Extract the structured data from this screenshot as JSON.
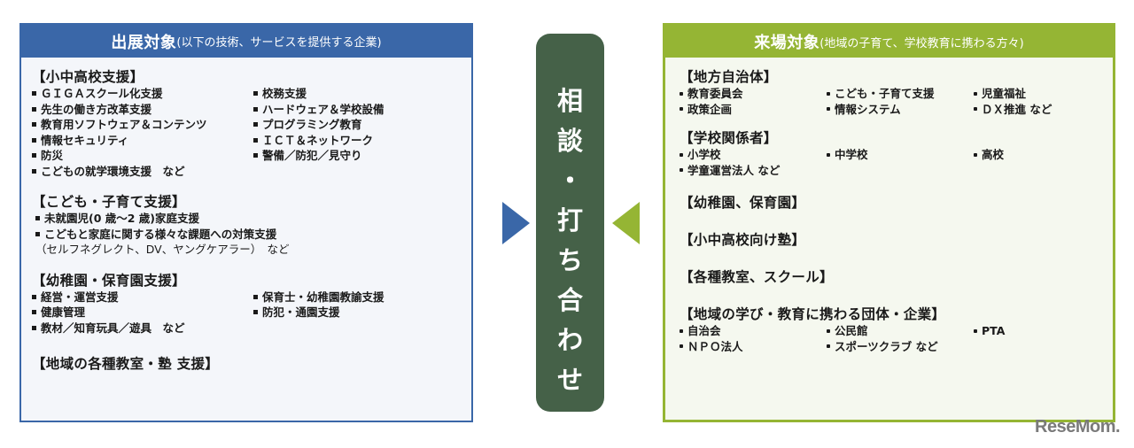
{
  "left_panel": {
    "title_main": "出展対象",
    "title_sub": "(以下の技術、サービスを提供する企業)",
    "sections": [
      {
        "title": "【小中高校支援】",
        "items": [
          "ＧＩＧＡスクール化支援",
          "校務支援",
          "先生の働き方改革支援",
          "ハードウェア＆学校設備",
          "教育用ソフトウェア＆コンテンツ",
          "プログラミング教育",
          "情報セキュリティ",
          "ＩＣＴ＆ネットワーク",
          "防災",
          "警備／防犯／見守り",
          "こどもの就学環境支援　など"
        ]
      },
      {
        "title": "【こども・子育て支援】",
        "items": [
          "未就園児(0 歳～2 歳)家庭支援",
          "こどもと家庭に関する様々な課題への対策支援",
          "（セルフネグレクト、DV、ヤングケアラー）　など"
        ]
      },
      {
        "title": "【幼稚園・保育園支援】",
        "items": [
          "経営・運営支援",
          "保育士・幼稚園教諭支援",
          "健康管理",
          "防犯・通園支援",
          "教材／知育玩具／遊具　など"
        ]
      },
      {
        "title": "【地域の各種教室・塾 支援】",
        "items": []
      }
    ]
  },
  "center": {
    "chars": [
      "相",
      "談",
      "・",
      "打",
      "ち",
      "合",
      "わ",
      "せ"
    ]
  },
  "right_panel": {
    "title_main": "来場対象",
    "title_sub": "(地域の子育て、学校教育に携わる方々)",
    "sections": [
      {
        "title": "【地方自治体】",
        "items": [
          "教育委員会",
          "こども・子育て支援",
          "児童福祉",
          "政策企画",
          "情報システム",
          "ＤＸ推進 など"
        ]
      },
      {
        "title": "【学校関係者】",
        "items": [
          "小学校",
          "中学校",
          "高校",
          "学童運営法人 など"
        ]
      },
      {
        "title": "【幼稚園、保育園】",
        "items": []
      },
      {
        "title": "【小中高校向け塾】",
        "items": []
      },
      {
        "title": "【各種教室、スクール】",
        "items": []
      },
      {
        "title": "【地域の学び・教育に携わる団体・企業】",
        "items": [
          "自治会",
          "公民館",
          "PTA",
          "ＮＰＯ法人",
          "スポーツクラブ など"
        ]
      }
    ]
  },
  "logo": {
    "text": "ReseMom."
  },
  "colors": {
    "blue": "#3a67a8",
    "green": "#95b534",
    "pill": "#456148"
  }
}
